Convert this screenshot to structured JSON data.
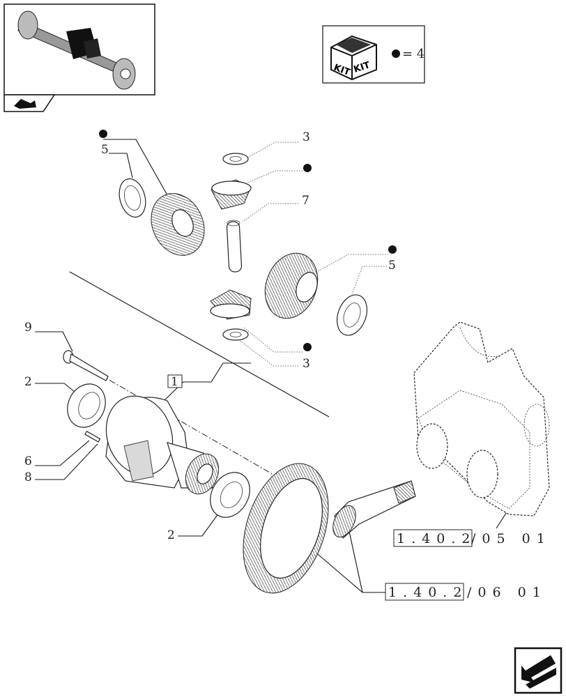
{
  "legend": {
    "kit_label_1": "KIT",
    "kit_label_2": "KIT",
    "kit_quantity": "= 4"
  },
  "callouts": [
    {
      "id": "c5a",
      "text": "5"
    },
    {
      "id": "c3a",
      "text": "3"
    },
    {
      "id": "c7",
      "text": "7"
    },
    {
      "id": "c5b",
      "text": "5"
    },
    {
      "id": "c3b",
      "text": "3"
    },
    {
      "id": "c9",
      "text": "9"
    },
    {
      "id": "c2a",
      "text": "2"
    },
    {
      "id": "c1",
      "text": "1"
    },
    {
      "id": "c6",
      "text": "6"
    },
    {
      "id": "c8",
      "text": "8"
    },
    {
      "id": "c2b",
      "text": "2"
    }
  ],
  "references": {
    "housing_ref": "1.40.2/05 01",
    "housing_ref_boxed": "1.40.2",
    "housing_ref_tail": "/05 01",
    "gear_ref_boxed": "1.40.2",
    "gear_ref_tail": "/06 01"
  },
  "icons": {
    "thumbnail": "axle-assembly-thumbnail",
    "nav_prev": "arrow-left-icon",
    "nav_next": "arrow-next-page-icon",
    "kit": "kit-box-icon",
    "marker": "filled-dot-marker"
  }
}
